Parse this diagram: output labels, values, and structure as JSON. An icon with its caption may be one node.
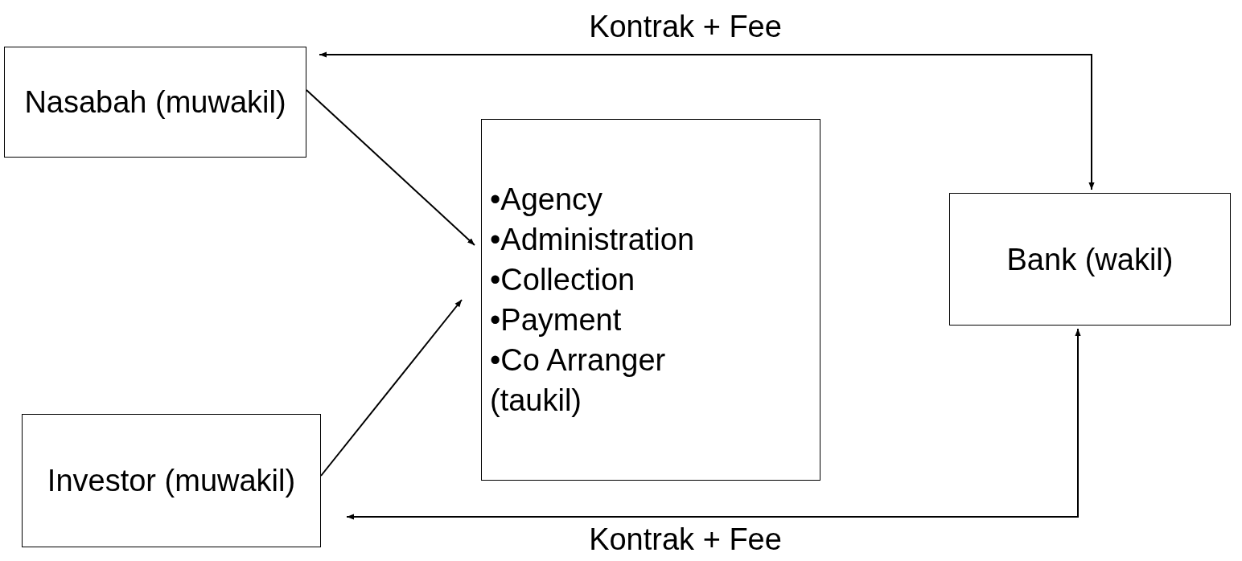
{
  "diagram": {
    "nodes": [
      {
        "text": [
          "Nasabah (muwakil)"
        ]
      },
      {
        "text": [
          "•Agency",
          "•Administration",
          "•Collection",
          "•Payment",
          "•Co Arranger",
          "(taukil)"
        ]
      },
      {
        "text": [
          "Bank (wakil)"
        ]
      },
      {
        "text": [
          "Investor (muwakil)"
        ]
      }
    ],
    "edges": [
      {
        "from": 0,
        "to": 1,
        "arrow": "to"
      },
      {
        "from": 3,
        "to": 1,
        "arrow": "to"
      },
      {
        "from": 0,
        "to": 2,
        "arrow": "both",
        "label": "Kontrak + Fee"
      },
      {
        "from": 3,
        "to": 2,
        "arrow": "both",
        "label": "Kontrak + Fee"
      }
    ]
  }
}
